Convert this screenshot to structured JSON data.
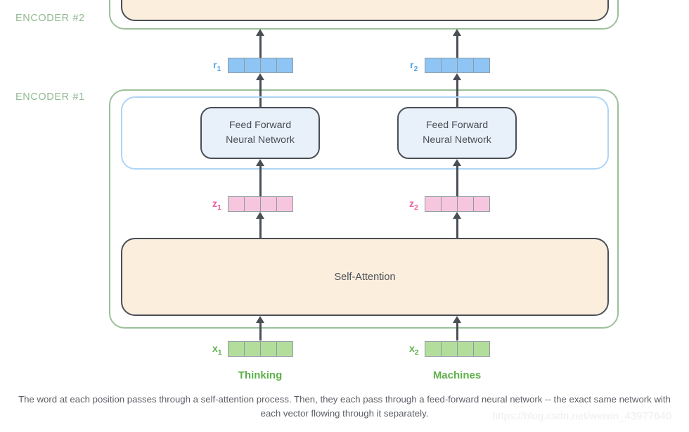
{
  "encoders": [
    {
      "id": "encoder2",
      "label": "ENCODER #2"
    },
    {
      "id": "encoder1",
      "label": "ENCODER #1"
    }
  ],
  "blocks": {
    "self_attention_label": "Self-Attention",
    "feed_forward_line1": "Feed Forward",
    "feed_forward_line2": "Neural Network"
  },
  "vectors": {
    "r1": {
      "label": "r",
      "subscript": "1",
      "cells": 4,
      "color": "#8ec5f5",
      "label_color": "#57a8e8"
    },
    "r2": {
      "label": "r",
      "subscript": "2",
      "cells": 4,
      "color": "#8ec5f5",
      "label_color": "#57a8e8"
    },
    "z1": {
      "label": "z",
      "subscript": "1",
      "cells": 4,
      "color": "#f6c6de",
      "label_color": "#ec5f9e"
    },
    "z2": {
      "label": "z",
      "subscript": "2",
      "cells": 4,
      "color": "#f6c6de",
      "label_color": "#ec5f9e"
    },
    "x1": {
      "label": "x",
      "subscript": "1",
      "cells": 4,
      "color": "#b2dd9b",
      "label_color": "#5db04a"
    },
    "x2": {
      "label": "x",
      "subscript": "2",
      "cells": 4,
      "color": "#b2dd9b",
      "label_color": "#5db04a"
    }
  },
  "words": [
    {
      "text": "Thinking",
      "color": "#5db04a"
    },
    {
      "text": "Machines",
      "color": "#5db04a"
    }
  ],
  "caption": "The word at each position passes through a self-attention process. Then, they each pass through a feed-forward neural network -- the exact same network with each vector flowing through it separately.",
  "watermark": "https://blog.csdn.net/weixin_43977640",
  "colors": {
    "encoder_border": "#9cc09a",
    "encoder_label": "#93b992",
    "self_attention_fill": "#fbeedd",
    "feed_forward_fill": "#e8f0fa",
    "ffn_container_border": "#aed4f6",
    "box_stroke": "#4a4f56",
    "arrow": "#4a4f56",
    "caption_text": "#5c6066"
  }
}
